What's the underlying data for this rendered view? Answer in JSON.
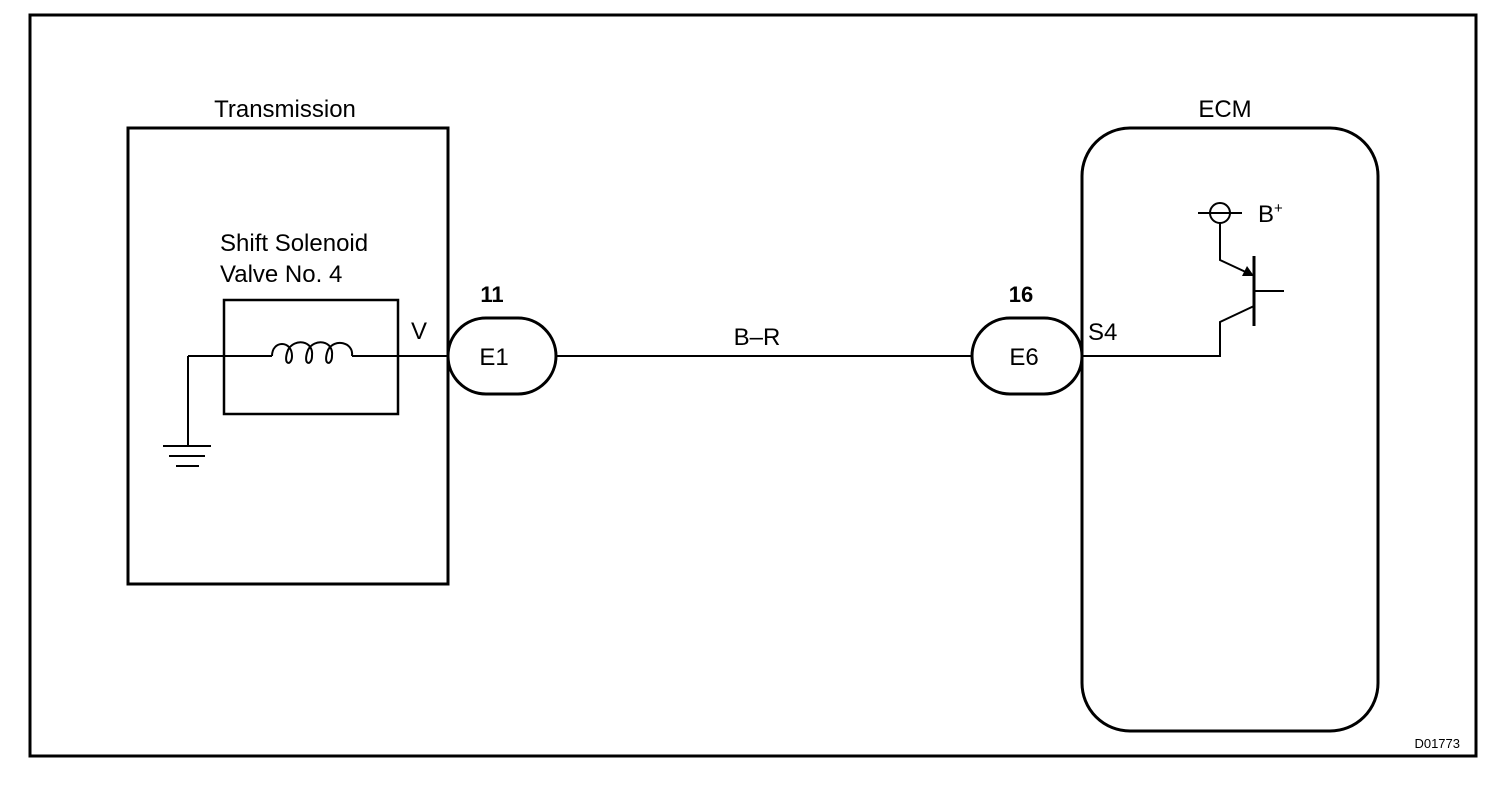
{
  "transmission": {
    "label": "Transmission",
    "solenoid_label_line1": "Shift Solenoid",
    "solenoid_label_line2": "Valve No. 4",
    "terminal": "V"
  },
  "connector_left": {
    "pin": "11",
    "name": "E1"
  },
  "wire": {
    "color_code": "B–R"
  },
  "connector_right": {
    "pin": "16",
    "name": "E6"
  },
  "ecm": {
    "label": "ECM",
    "terminal": "S4",
    "supply_label": "B",
    "supply_superscript": "+"
  },
  "diagram_code": "D01773"
}
